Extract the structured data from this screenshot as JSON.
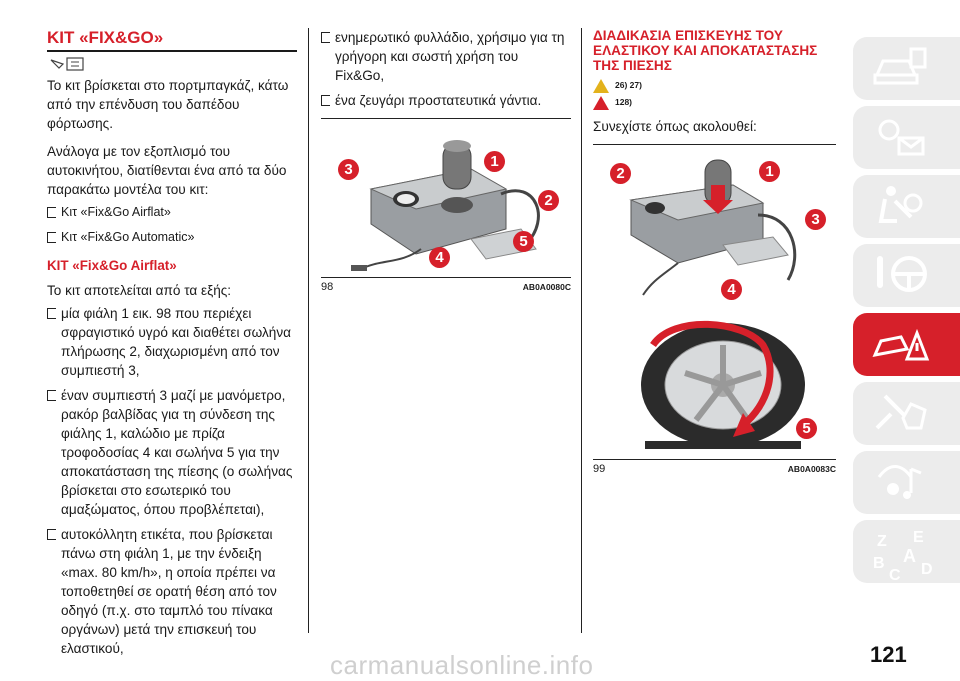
{
  "col1": {
    "title": "ΚΙΤ «FIX&GO»",
    "intro": "Το κιτ βρίσκεται στο πορτμπαγκάζ, κάτω από την επένδυση του δαπέδου φόρτωσης.",
    "para2": "Ανάλογα με τον εξοπλισμό του αυτοκινήτου, διατίθενται ένα από τα δύο παρακάτω μοντέλα του κιτ:",
    "models": [
      "Κιτ «Fix&Go Airflat»",
      "Κιτ «Fix&Go Automatic»"
    ],
    "sub_title": "ΚΙΤ «Fix&Go Airflat»",
    "sub_intro": "Το κιτ αποτελείται από τα εξής:",
    "items": [
      "μία φιάλη 1 εικ. 98 που περιέχει σφραγιστικό υγρό και διαθέτει σωλήνα πλήρωσης 2, διαχωρισμένη από τον συμπιεστή 3,",
      "έναν συμπιεστή 3 μαζί με μανόμετρο, ρακόρ βαλβίδας για τη σύνδεση της φιάλης 1, καλώδιο με πρίζα τροφοδοσίας 4 και σωλήνα 5 για την αποκατάσταση της πίεσης (ο σωλήνας βρίσκεται στο εσωτερικό του αμαξώματος, όπου προβλέπεται),",
      "αυτοκόλλητη ετικέτα, που βρίσκεται πάνω στη φιάλη 1, με την ένδειξη «max. 80 km/h», η οποία πρέπει να τοποθετηθεί σε ορατή θέση από τον οδηγό (π.χ. στο ταμπλό του πίνακα οργάνων) μετά την επισκευή του ελαστικού,"
    ]
  },
  "col2": {
    "items": [
      "ενημερωτικό φυλλάδιο, χρήσιμο για τη γρήγορη και σωστή χρήση του Fix&Go,",
      "ένα ζευγάρι προστατευτικά γάντια."
    ],
    "figure": {
      "number": "98",
      "code": "AB0A0080C",
      "callouts": [
        "1",
        "2",
        "3",
        "4",
        "5"
      ]
    }
  },
  "col3": {
    "title": "ΔΙΑΔΙΚΑΣΙΑ ΕΠΙΣΚΕΥΗΣ ΤΟΥ ΕΛΑΣΤΙΚΟΥ ΚΑΙ ΑΠΟΚΑΤΑΣΤΑΣΗΣ ΤΗΣ ΠΙΕΣΗΣ",
    "ref_warning": "26) 27)",
    "ref_caution": "128)",
    "intro": "Συνεχίστε όπως ακολουθεί:",
    "figure": {
      "number": "99",
      "code": "AB0A0083C",
      "callouts": [
        "1",
        "2",
        "3",
        "4",
        "5"
      ]
    }
  },
  "page_number": "121",
  "watermark": "carmanualsonline.info",
  "colors": {
    "accent": "#d6202a",
    "tab_bg": "#ececec",
    "warning_yellow": "#e3b21c"
  },
  "side_tabs": [
    "car-info-icon",
    "warning-lights-icon",
    "seat-safety-icon",
    "steering-wheel-icon",
    "emergency-icon",
    "maintenance-icon",
    "multimedia-icon",
    "index-icon"
  ]
}
